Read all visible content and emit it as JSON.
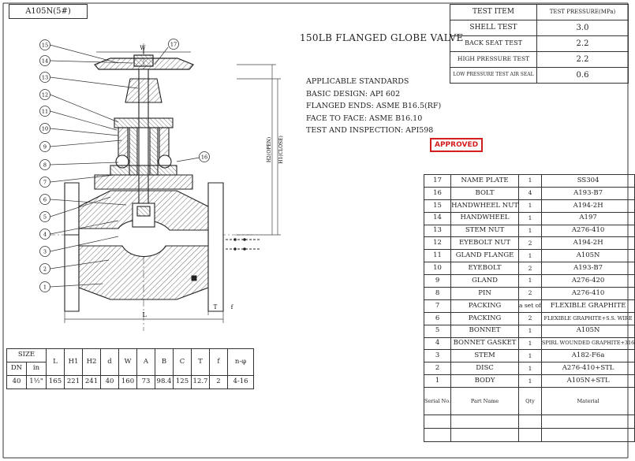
{
  "header": {
    "model_tag": "A105N(5#)",
    "title": "150LB FLANGED GLOBE VALVE"
  },
  "standards": [
    "APPLICABLE STANDARDS",
    "BASIC DESIGN: API 602",
    "FLANGED ENDS: ASME B16.5(RF)",
    "FACE TO FACE: ASME B16.10",
    "TEST AND INSPECTION: API598"
  ],
  "stamp": "APPROVED",
  "test_pressure": {
    "head_item": "TEST ITEM",
    "head_value": "TEST PRESSURE(MPa)",
    "rows": [
      {
        "item": "SHELL TEST",
        "value": "3.0"
      },
      {
        "item": "BACK SEAT TEST",
        "value": "2.2"
      },
      {
        "item": "HIGH PRESSURE TEST",
        "value": "2.2"
      },
      {
        "item": "LOW PRESSURE TEST AIR SEAL",
        "value": "0.6"
      }
    ]
  },
  "parts": {
    "head_no": "Serial No.",
    "head_name": "Part Name",
    "head_qty": "Qty",
    "head_mat": "Material",
    "rows": [
      {
        "no": "17",
        "name": "NAME PLATE",
        "qty": "1",
        "mat": "SS304"
      },
      {
        "no": "16",
        "name": "BOLT",
        "qty": "4",
        "mat": "A193-B7"
      },
      {
        "no": "15",
        "name": "HANDWHEEL NUT",
        "qty": "1",
        "mat": "A194-2H"
      },
      {
        "no": "14",
        "name": "HANDWHEEL",
        "qty": "1",
        "mat": "A197"
      },
      {
        "no": "13",
        "name": "STEM NUT",
        "qty": "1",
        "mat": "A276-410"
      },
      {
        "no": "12",
        "name": "EYEBOLT NUT",
        "qty": "2",
        "mat": "A194-2H"
      },
      {
        "no": "11",
        "name": "GLAND FLANGE",
        "qty": "1",
        "mat": "A105N"
      },
      {
        "no": "10",
        "name": "EYEBOLT",
        "qty": "2",
        "mat": "A193-B7"
      },
      {
        "no": "9",
        "name": "GLAND",
        "qty": "1",
        "mat": "A276-420"
      },
      {
        "no": "8",
        "name": "PIN",
        "qty": "2",
        "mat": "A276-410"
      },
      {
        "no": "7",
        "name": "PACKING",
        "qty": "a set of",
        "mat": "FLEXIBLE GRAPHITE"
      },
      {
        "no": "6",
        "name": "PACKING",
        "qty": "2",
        "mat": "FLEXIBLE GRAPHITE+S.S. WIRE"
      },
      {
        "no": "5",
        "name": "BONNET",
        "qty": "1",
        "mat": "A105N"
      },
      {
        "no": "4",
        "name": "BONNET GASKET",
        "qty": "1",
        "mat": "SPIRL WOUNDED GRAPHITE+316"
      },
      {
        "no": "3",
        "name": "STEM",
        "qty": "1",
        "mat": "A182-F6a"
      },
      {
        "no": "2",
        "name": "DISC",
        "qty": "1",
        "mat": "A276-410+STL"
      },
      {
        "no": "1",
        "name": "BODY",
        "qty": "1",
        "mat": "A105N+STL"
      }
    ]
  },
  "sizes": {
    "size": "SIZE",
    "dn": "DN",
    "in": "in",
    "cols": [
      "L",
      "H1",
      "H2",
      "d",
      "W",
      "A",
      "B",
      "C",
      "T",
      "f",
      "n-φ"
    ],
    "row": {
      "dn": "40",
      "in": "1½\"",
      "values": [
        "165",
        "221",
        "241",
        "40",
        "160",
        "73",
        "98.4",
        "125",
        "12.7",
        "2",
        "4-16"
      ]
    }
  },
  "drawing": {
    "callouts": [
      "15",
      "14",
      "13",
      "12",
      "11",
      "10",
      "9",
      "8",
      "7",
      "6",
      "5",
      "4",
      "3",
      "2",
      "1"
    ],
    "callout_17": "17",
    "callout_16": "16",
    "dim_W": "W",
    "dim_L": "L",
    "dim_T": "T",
    "dim_f": "f",
    "dim_H2": "H2(OPEN)",
    "dim_H1": "H1(CLOSE)"
  }
}
